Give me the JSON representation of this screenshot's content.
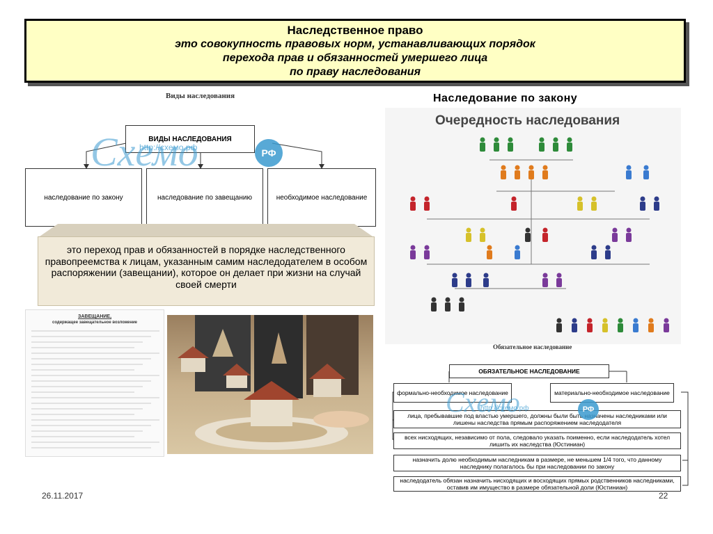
{
  "header": {
    "title": "Наследственное право",
    "line1": "это совокупность правовых норм, устанавливающих порядок",
    "line2": "перехода прав и обязанностей умершего лица",
    "line3": "по праву наследования"
  },
  "left_diagram": {
    "caption": "Виды наследования",
    "root": "ВИДЫ НАСЛЕДОВАНИЯ",
    "children": [
      "наследование по закону",
      "наследование по завещанию",
      "необходимое наследование"
    ],
    "watermark_text": "Схемо",
    "watermark_link": "http://схемо.рф",
    "watermark_badge": "РФ"
  },
  "definition": "это переход прав и обязанностей в порядке наследственного правопреемства к лицам, указанным самим наследодателем в особом распоряжении (завещании), которое он делает при жизни на случай своей смерти",
  "right_panel": {
    "title": "Наследование по закону",
    "heading": "Очередность наследования"
  },
  "will_document": {
    "title": "ЗАВЕЩАНИЕ,",
    "subtitle": "содержащее завещательное возложение"
  },
  "obligatory": {
    "caption": "Обязательное наследование",
    "root": "ОБЯЗАТЕЛЬНОЕ НАСЛЕДОВАНИЕ",
    "left": "формально-необходимое наследование",
    "right": "материально-необходимое наследование",
    "items": [
      "лица, пребывавшие под властью умершего, должны были быть назначены наследниками или лишены наследства прямым распоряжением наследодателя",
      "всех нисходящих, независимо от пола, следовало указать поименно, если наследодатель хотел лишить их наследства (Юстиниан)",
      "назначить долю необходимым наследникам в размере, не меньшем 1/4 того, что данному наследнику полагалось бы при наследовании по закону",
      "наследодатель обязан назначить нисходящих и восходящих прямых родственников наследниками, оставив им имущество в размере обязательной доли (Юстиниан)"
    ]
  },
  "footer": {
    "date": "26.11.2017",
    "page": "22"
  },
  "colors": {
    "title_bg": "#ffffc4",
    "definition_bg": "#f1ead9",
    "watermark": "#3b9bd0"
  }
}
